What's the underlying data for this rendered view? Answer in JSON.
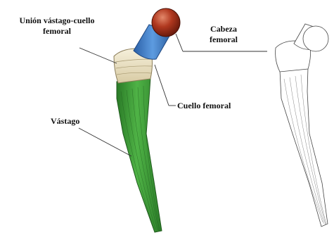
{
  "labels": {
    "union_line1": "Unión vástago-cuello",
    "union_line2": "femoral",
    "cabeza_line1": "Cabeza",
    "cabeza_line2": "femoral",
    "cuello": "Cuello femoral",
    "vastago": "Vástago"
  },
  "colors": {
    "head": "#a8321c",
    "neck": "#3a78c4",
    "collar": "#f1e9cf",
    "stem": "#3c9a38",
    "leader_line": "#333333",
    "outline_drawing": "#444444"
  }
}
